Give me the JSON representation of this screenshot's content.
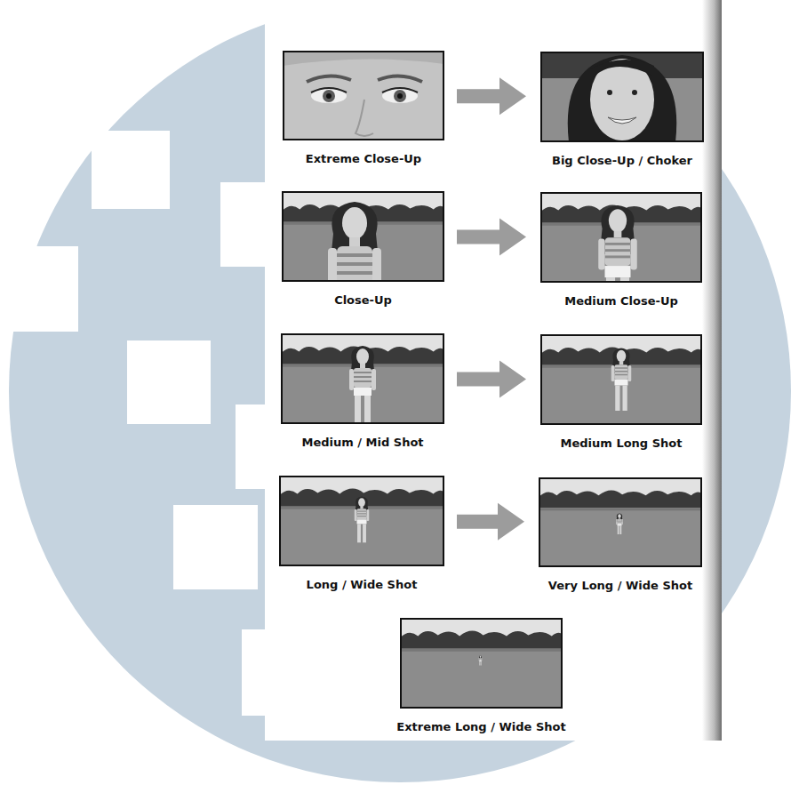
{
  "diagram": {
    "nodes": [
      {
        "text": [
          "Extreme Close-Up"
        ]
      },
      {
        "text": [
          "Big Close-Up / Choker"
        ]
      },
      {
        "text": [
          "Close-Up"
        ]
      },
      {
        "text": [
          "Medium Close-Up"
        ]
      },
      {
        "text": [
          "Medium / Mid Shot"
        ]
      },
      {
        "text": [
          "Medium Long Shot"
        ]
      },
      {
        "text": [
          "Long / Wide Shot"
        ]
      },
      {
        "text": [
          "Very Long / Wide Shot"
        ]
      },
      {
        "text": [
          "Extreme Long / Wide Shot"
        ]
      }
    ],
    "edges": [
      {
        "from": 0,
        "to": 1,
        "arrow": "to"
      },
      {
        "from": 2,
        "to": 3,
        "arrow": "to"
      },
      {
        "from": 4,
        "to": 5,
        "arrow": "to"
      },
      {
        "from": 6,
        "to": 7,
        "arrow": "to"
      }
    ]
  }
}
